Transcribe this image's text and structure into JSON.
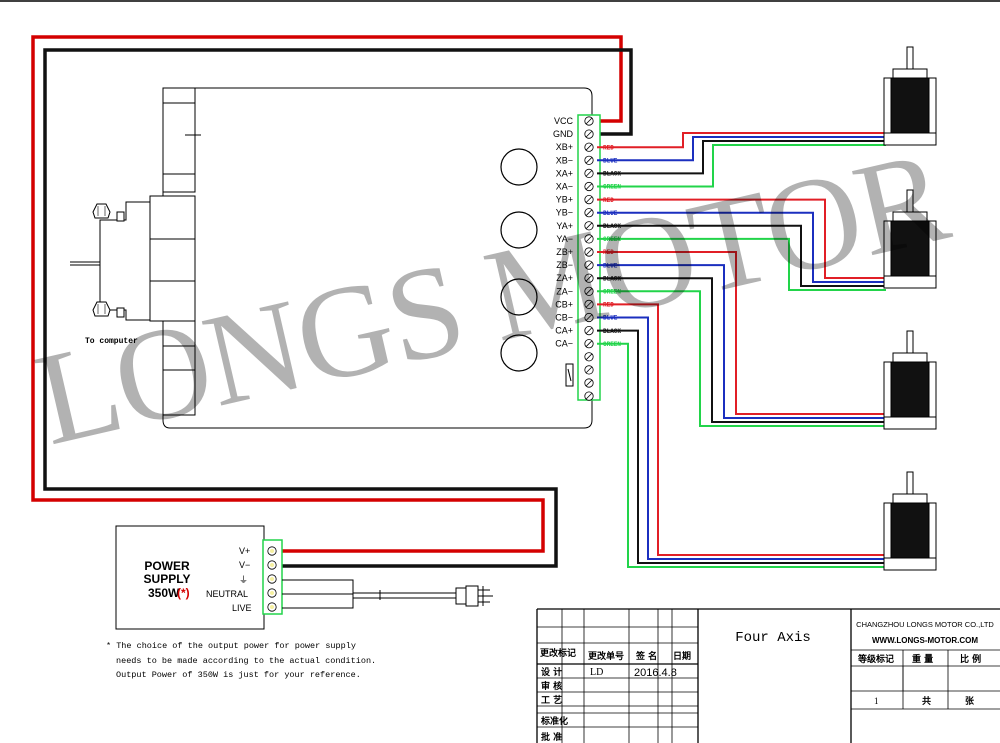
{
  "terminals": [
    "VCC",
    "GND",
    "XB+",
    "XB−",
    "XA+",
    "XA−",
    "YB+",
    "YB−",
    "YA+",
    "YA−",
    "ZB+",
    "ZB−",
    "ZA+",
    "ZA−",
    "CB+",
    "CB−",
    "CA+",
    "CA−"
  ],
  "wire_labels": [
    "RED",
    "BLUE",
    "BLACK",
    "GREEN"
  ],
  "colors": {
    "red": "#e11f26",
    "blue": "#1b2fbf",
    "black": "#111111",
    "green": "#22d44a",
    "power": "#d40000"
  },
  "to_computer": "To computer",
  "power_supply": {
    "title_1": "POWER",
    "title_2": "SUPPLY",
    "watts": "350W",
    "mark": "(*)",
    "terminals": [
      "V+",
      "V−",
      "⏚",
      "NEUTRAL",
      "LIVE"
    ]
  },
  "note": [
    "* The choice of  the output power for power supply",
    "needs to be made according to the actual condition.",
    "Output Power of 350W is just for your reference."
  ],
  "watermark": "LONGS MOTOR",
  "title_block": {
    "drawing_title": "Four Axis",
    "company": "CHANGZHOU LONGS MOTOR CO.,LTD",
    "website": "WWW.LONGS-MOTOR.COM",
    "rev_mark": "更改标记",
    "rev_no": "更改单号",
    "sign": "签 名",
    "date_col": "日期",
    "design": "设 计",
    "designer": "LD",
    "date": "2016.4.8",
    "review": "审 核",
    "process": "工 艺",
    "standard": "标准化",
    "approve": "批 准",
    "grade": "等级标记",
    "weight": "重 量",
    "scale": "比 例",
    "sheet_no": "1",
    "total": "共",
    "sheet": "张"
  }
}
